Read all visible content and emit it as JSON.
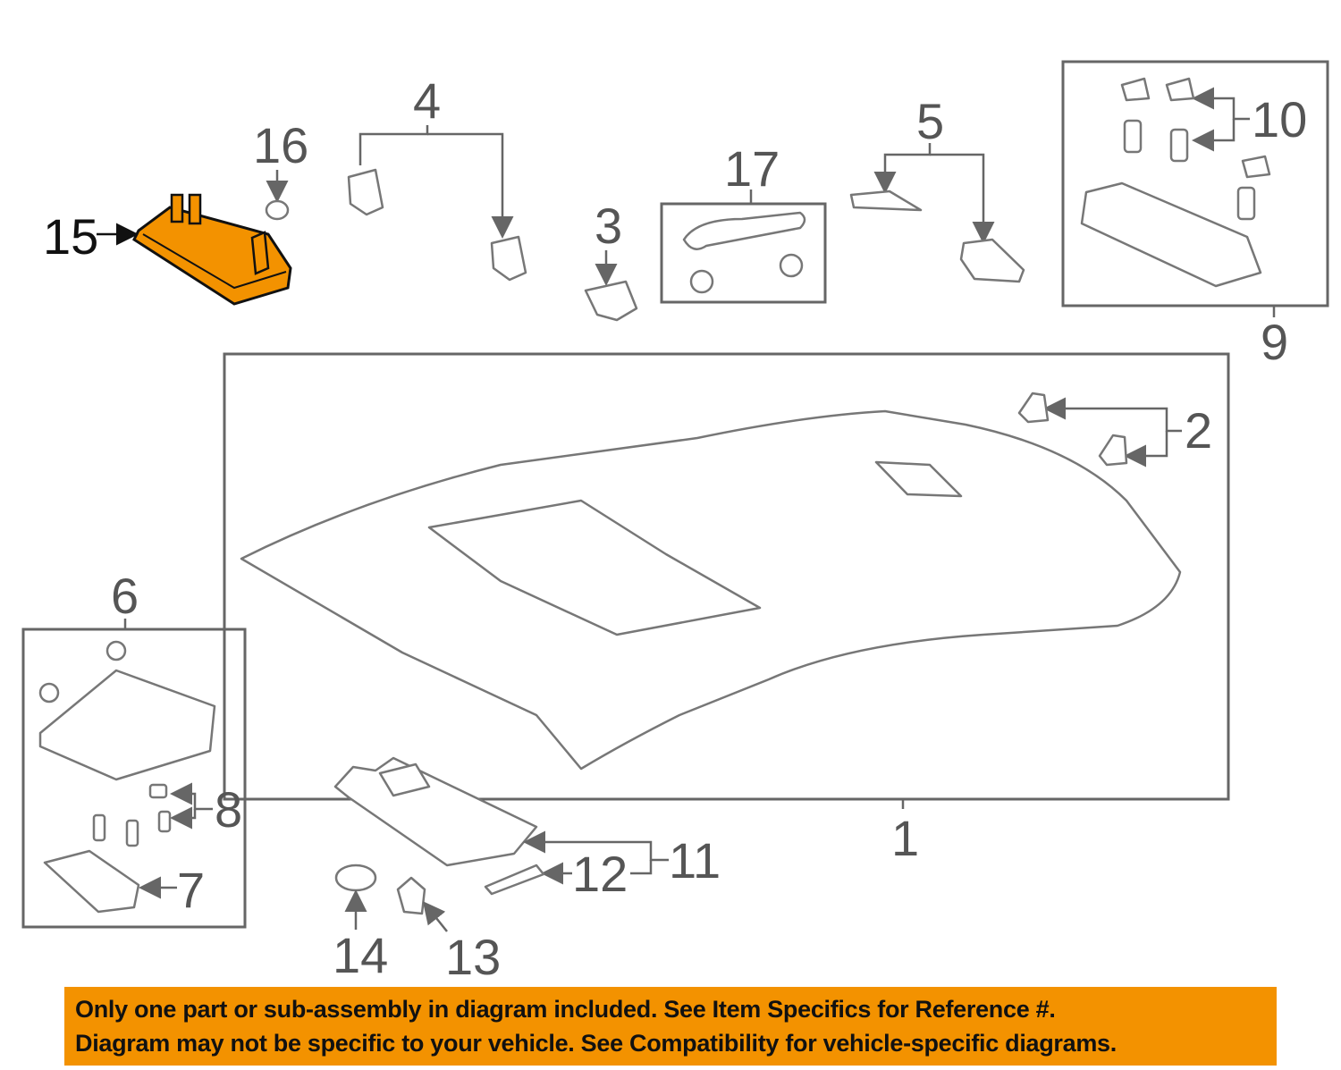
{
  "diagram": {
    "highlight_color": "#f39200",
    "callouts": {
      "c1": "1",
      "c2": "2",
      "c3": "3",
      "c4": "4",
      "c5": "5",
      "c6": "6",
      "c7": "7",
      "c8": "8",
      "c9": "9",
      "c10": "10",
      "c11": "11",
      "c12": "12",
      "c13": "13",
      "c14": "14",
      "c15": "15",
      "c16": "16",
      "c17": "17"
    }
  },
  "banner": {
    "line1": "Only one part or sub-assembly in diagram included. See Item Specifics for Reference #.",
    "line2": "Diagram may not be specific to your vehicle. See Compatibility for vehicle-specific diagrams."
  }
}
